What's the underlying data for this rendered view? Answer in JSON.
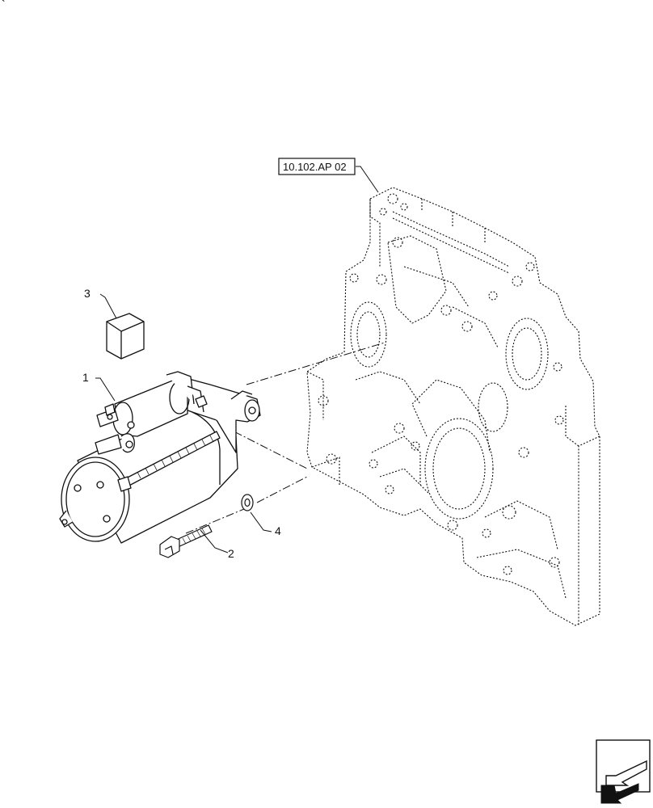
{
  "diagram": {
    "reference_label": "10.102.AP 02",
    "callouts": [
      {
        "id": "1",
        "label": "1"
      },
      {
        "id": "2",
        "label": "2"
      },
      {
        "id": "3",
        "label": "3"
      },
      {
        "id": "4",
        "label": "4"
      }
    ],
    "corner_mark": "`"
  },
  "colors": {
    "line": "#111111",
    "fill": "#ffffff"
  },
  "icons": {
    "navigation": "next-page-arrow-icon"
  }
}
